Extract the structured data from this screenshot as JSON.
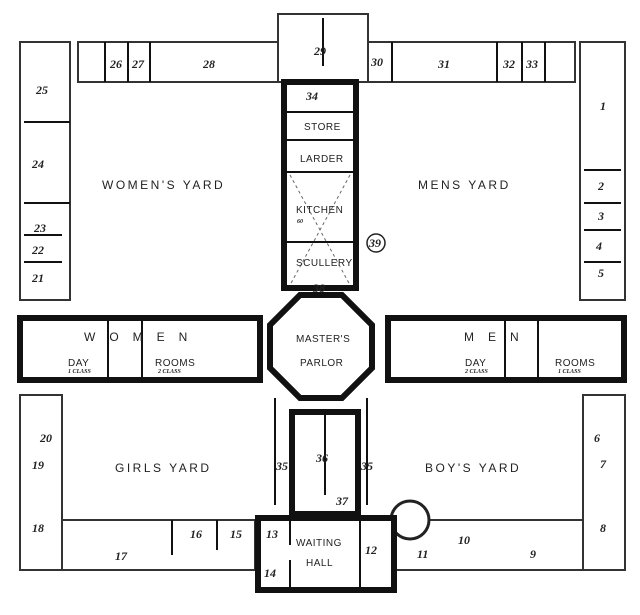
{
  "yards": {
    "womens": "WOMEN'S YARD",
    "mens": "MENS YARD",
    "girls": "GIRLS YARD",
    "boys": "BOY'S YARD"
  },
  "central_block": {
    "store": "STORE",
    "larder": "LARDER",
    "kitchen": "KITCHEN",
    "kitchen_note": "60",
    "scullery": "SCULLERY",
    "masters_parlor_line1": "MASTER'S",
    "masters_parlor_line2": "PARLOR",
    "waiting_hall_line1": "WAITING",
    "waiting_hall_line2": "HALL"
  },
  "wings": {
    "women": "WOMEN",
    "men": "MEN",
    "women_day": "DAY",
    "women_day_class": "1 CLASS",
    "women_rooms": "ROOMS",
    "women_rooms_class": "2 CLASS",
    "men_day": "DAY",
    "men_day_class": "2 CLASS",
    "men_rooms": "ROOMS",
    "men_rooms_class": "1 CLASS"
  },
  "numbers": {
    "n1": "1",
    "n2": "2",
    "n3": "3",
    "n4": "4",
    "n5": "5",
    "n6": "6",
    "n7": "7",
    "n8": "8",
    "n9": "9",
    "n10": "10",
    "n11": "11",
    "n12": "12",
    "n13": "13",
    "n14": "14",
    "n15": "15",
    "n16": "16",
    "n17": "17",
    "n18": "18",
    "n19": "19",
    "n20": "20",
    "n21": "21",
    "n22": "22",
    "n23": "23",
    "n24": "24",
    "n25": "25",
    "n26": "26",
    "n27": "27",
    "n28": "28",
    "n29": "29",
    "n30": "30",
    "n31": "31",
    "n32": "32",
    "n33": "33",
    "n34": "34",
    "n35a": "35",
    "n35b": "35",
    "n36": "36",
    "n37": "37",
    "n38": "38",
    "n39": "39"
  }
}
